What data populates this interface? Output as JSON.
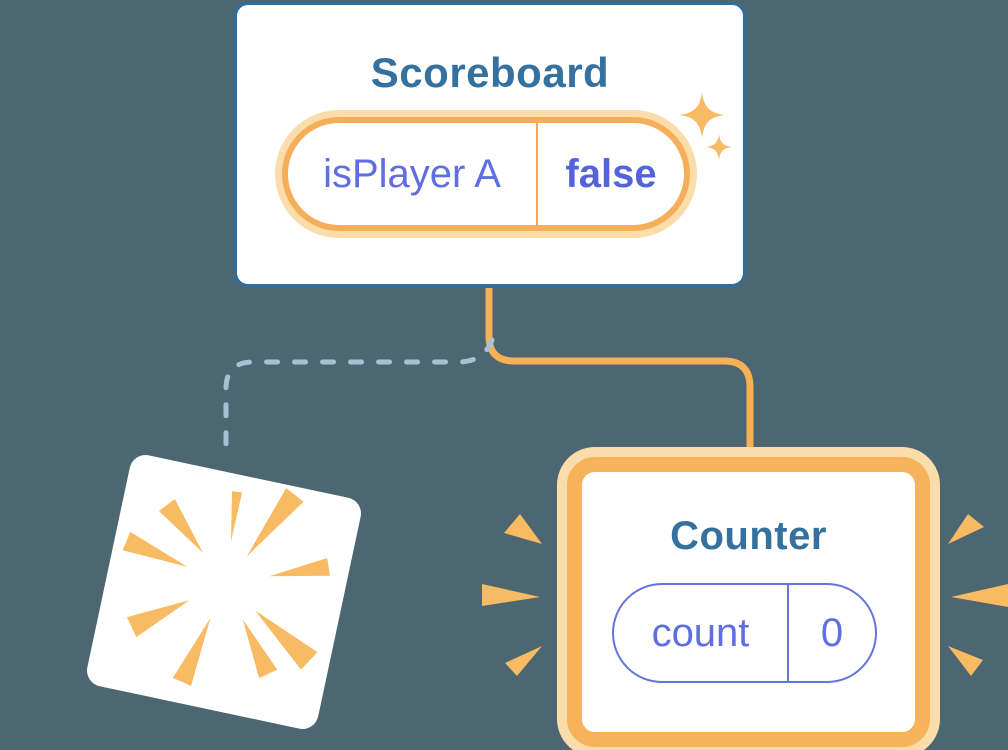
{
  "scoreboard": {
    "title": "Scoreboard",
    "pill": {
      "label": "isPlayer A",
      "value": "false"
    }
  },
  "counter": {
    "title": "Counter",
    "pill": {
      "label": "count",
      "value": "0"
    }
  },
  "colors": {
    "background": "#4C6771",
    "scoreboard_border": "#2E6E9E",
    "title_text": "#35719F",
    "pill_label_purple": "#5F6EE0",
    "pill_value_purple": "#5463DC",
    "orange_solid": "#F5B05C",
    "orange_glow": "#FBDCAB",
    "burst_orange": "#F8BA62",
    "dashed_line_blue": "#A6C1D4",
    "card_background": "#FFFFFF"
  }
}
